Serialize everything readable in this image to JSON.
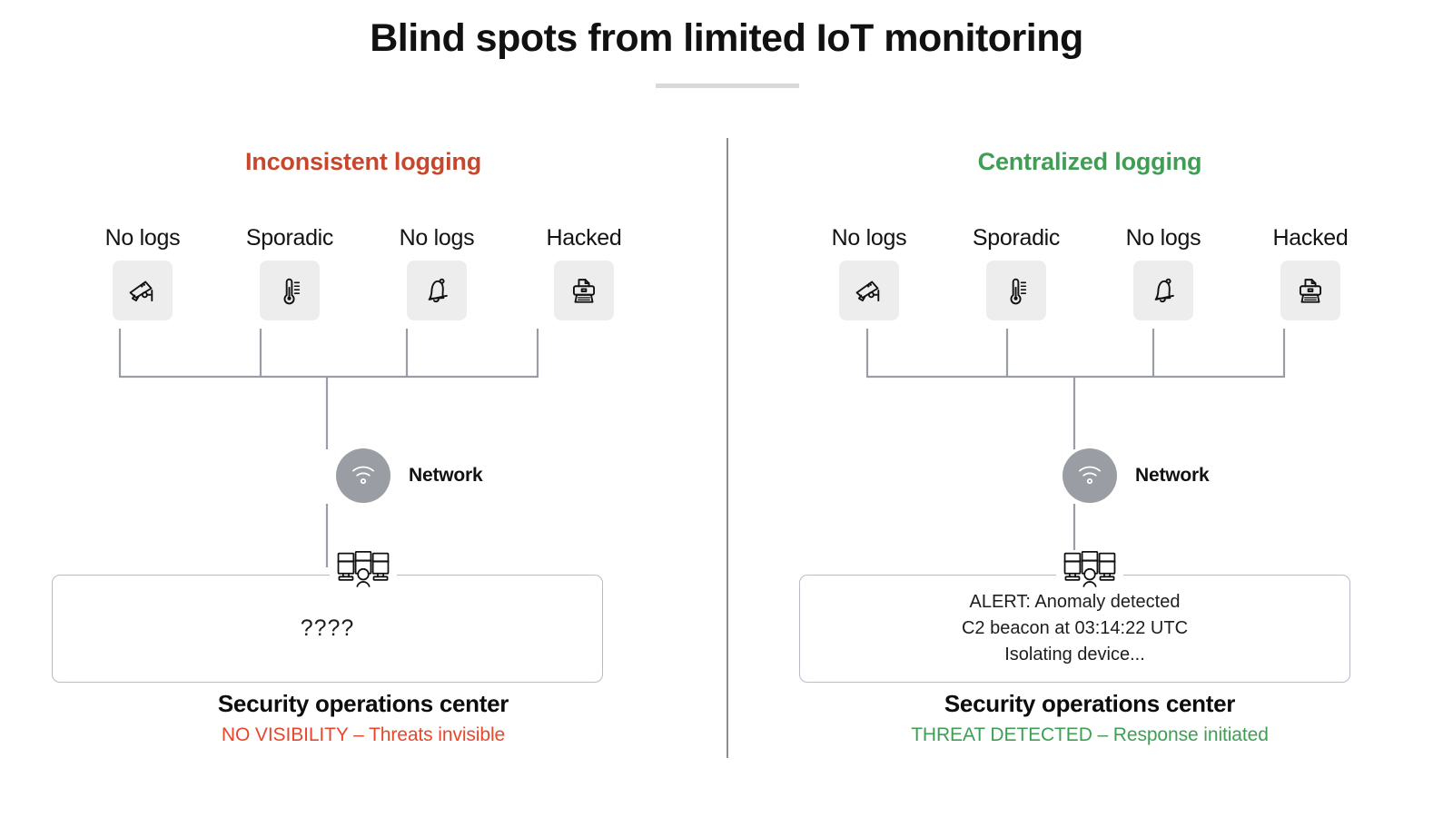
{
  "title": "Blind spots from limited IoT monitoring",
  "colors": {
    "bad": "#c8472c",
    "good": "#3f9e54",
    "status_bad": "#e8472b",
    "status_good": "#3f9e54",
    "network_node": "#9a9ea4",
    "device_box": "#ededed",
    "wire": "#9a9ea4",
    "divider": "#8d8d8d",
    "title_rule": "#d9d9d9"
  },
  "panels": [
    {
      "id": "left",
      "heading": "Inconsistent logging",
      "devices": [
        {
          "label": "No logs",
          "icon": "cctv-camera-icon"
        },
        {
          "label": "Sporadic",
          "icon": "thermometer-icon"
        },
        {
          "label": "No logs",
          "icon": "bell-icon"
        },
        {
          "label": "Hacked",
          "icon": "printer-icon"
        }
      ],
      "network": {
        "label": "Network",
        "icon": "wifi-icon"
      },
      "soc": {
        "icon": "soc-monitors-icon",
        "console_lines": [
          "????"
        ],
        "console_style": "big",
        "title": "Security operations center",
        "status": "NO VISIBILITY – Threats invisible"
      }
    },
    {
      "id": "right",
      "heading": "Centralized logging",
      "devices": [
        {
          "label": "No logs",
          "icon": "cctv-camera-icon"
        },
        {
          "label": "Sporadic",
          "icon": "thermometer-icon"
        },
        {
          "label": "No logs",
          "icon": "bell-icon"
        },
        {
          "label": "Hacked",
          "icon": "printer-icon"
        }
      ],
      "network": {
        "label": "Network",
        "icon": "wifi-icon"
      },
      "soc": {
        "icon": "soc-monitors-icon",
        "console_lines": [
          "ALERT: Anomaly detected",
          "C2 beacon at 03:14:22 UTC",
          "Isolating device..."
        ],
        "console_style": "normal",
        "title": "Security operations center",
        "status": "THREAT DETECTED – Response initiated"
      }
    }
  ]
}
